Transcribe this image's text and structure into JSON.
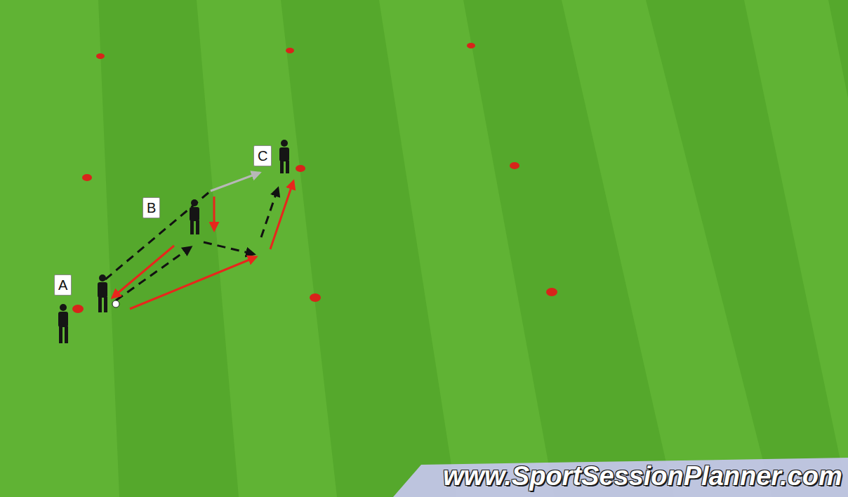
{
  "diagram": {
    "nodes": [
      {
        "text": [
          "A"
        ]
      },
      {
        "text": [
          "B"
        ]
      },
      {
        "text": [
          "C"
        ]
      }
    ],
    "labels": [
      "www.SportSessionPlanner.com"
    ]
  }
}
